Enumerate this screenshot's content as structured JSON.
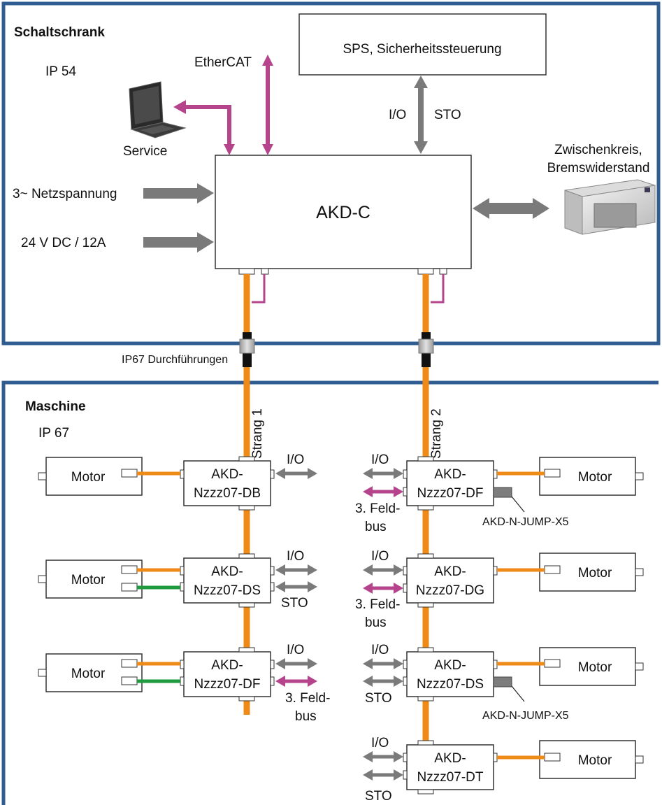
{
  "cabinet": {
    "title": "Schaltschrank",
    "ip_rating": "IP 54",
    "service_label": "Service",
    "ethercat_label": "EtherCAT",
    "plc_label": "SPS, Sicherheitssteuerung",
    "io_label": "I/O",
    "sto_label": "STO",
    "mains_label": "3~ Netzspannung",
    "dc_label": "24 V DC / 12A",
    "controller_label": "AKD-C",
    "dc_link_label_1": "Zwischenkreis,",
    "dc_link_label_2": "Bremswiderstand"
  },
  "feedthrough_label": "IP67 Durchführungen",
  "machine": {
    "title": "Maschine",
    "ip_rating": "IP 67",
    "strand_1_label": "Strang 1",
    "strand_2_label": "Strang 2",
    "motor_label": "Motor",
    "io_label": "I/O",
    "sto_label": "STO",
    "fieldbus_label_1": "3. Feld-",
    "fieldbus_label_2": "bus",
    "jumper_label": "AKD-N-JUMP-X5",
    "strand_1_drives": [
      {
        "line1": "AKD-",
        "line2": "Nzzz07-DB"
      },
      {
        "line1": "AKD-",
        "line2": "Nzzz07-DS"
      },
      {
        "line1": "AKD-",
        "line2": "Nzzz07-DF"
      }
    ],
    "strand_2_drives": [
      {
        "line1": "AKD-",
        "line2": "Nzzz07-DF"
      },
      {
        "line1": "AKD-",
        "line2": "Nzzz07-DG"
      },
      {
        "line1": "AKD-",
        "line2": "Nzzz07-DS"
      },
      {
        "line1": "AKD-",
        "line2": "Nzzz07-DT"
      }
    ]
  },
  "colors": {
    "frame": "#2f5d92",
    "grey_arrow": "#7a7a7a",
    "fieldbus": "#b5448c",
    "hybrid_cable": "#ef8a17",
    "sto_cable": "#1f9a3e",
    "jumper": "#7d7d7d"
  }
}
